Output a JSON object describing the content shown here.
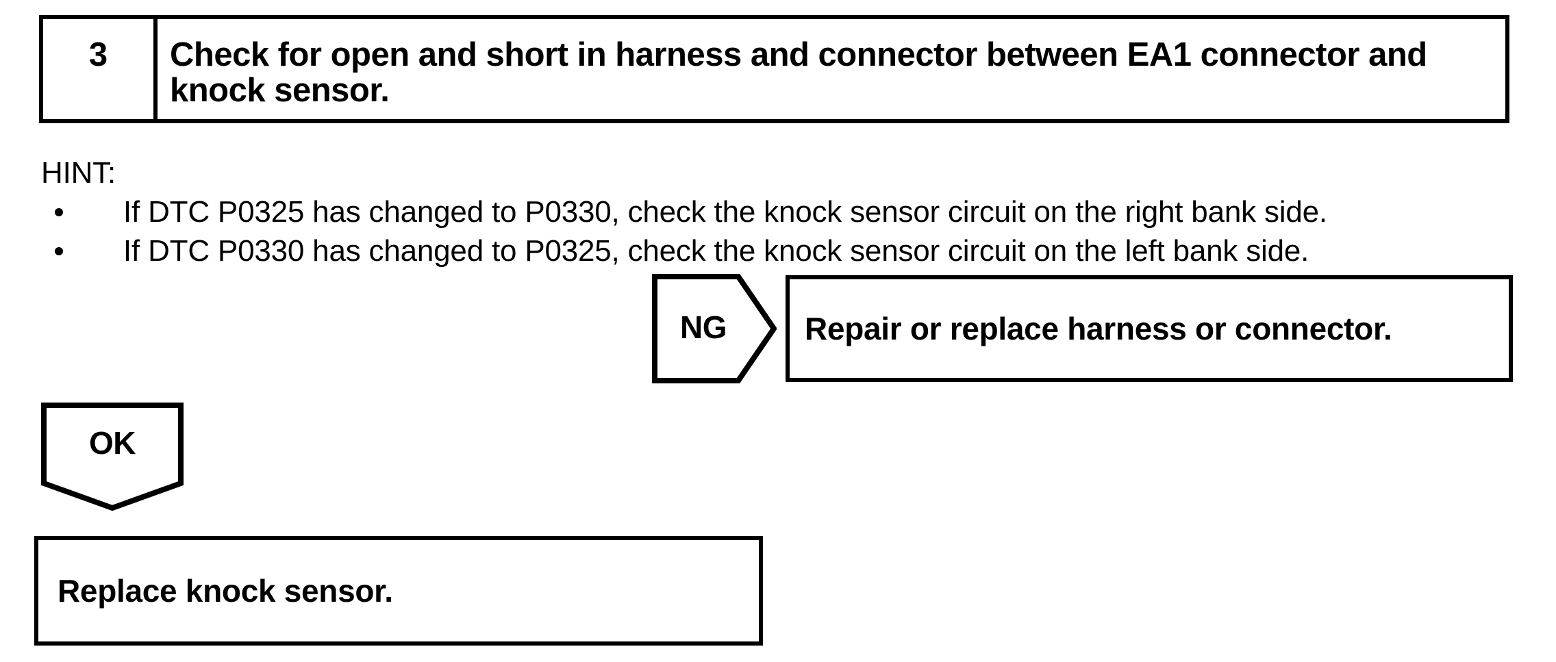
{
  "page": {
    "background": "#ffffff",
    "ink": "#000000"
  },
  "step": {
    "number": "3",
    "instruction": "Check for open and short in harness and connector between EA1 connector and knock sensor."
  },
  "hint": {
    "label": "HINT:",
    "bullets": [
      "If DTC P0325 has changed to P0330, check the knock sensor circuit on the right bank side.",
      "If DTC P0330 has changed to P0325, check the knock sensor circuit on the left bank side."
    ]
  },
  "flow": {
    "ng": {
      "label": "NG",
      "action": "Repair or replace harness or connector."
    },
    "ok": {
      "label": "OK",
      "action": "Replace knock sensor."
    }
  }
}
